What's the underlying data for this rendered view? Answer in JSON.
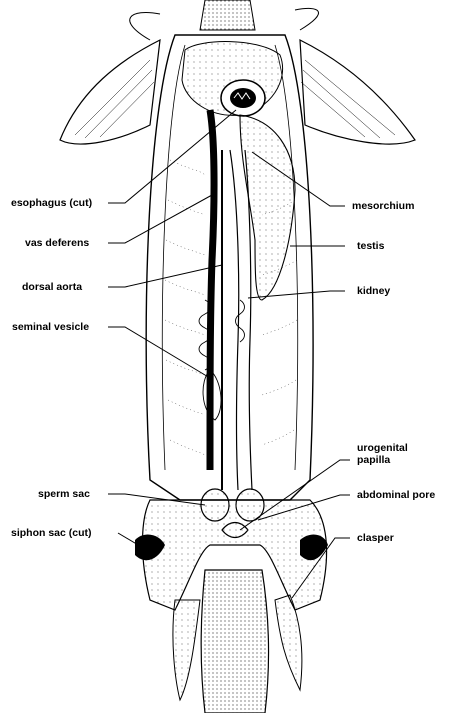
{
  "labels": {
    "esophagus": "esophagus (cut)",
    "vas_deferens": "vas deferens",
    "dorsal_aorta": "dorsal aorta",
    "seminal_vesicle": "seminal vesicle",
    "sperm_sac": "sperm sac",
    "siphon_sac": "siphon sac (cut)",
    "mesorchium": "mesorchium",
    "testis": "testis",
    "kidney": "kidney",
    "urogenital_papilla_line1": "urogenital",
    "urogenital_papilla_line2": "papilla",
    "abdominal_pore": "abdominal pore",
    "clasper": "clasper"
  },
  "colors": {
    "ink": "#000000",
    "paper": "#ffffff",
    "stipple": "#555555"
  }
}
